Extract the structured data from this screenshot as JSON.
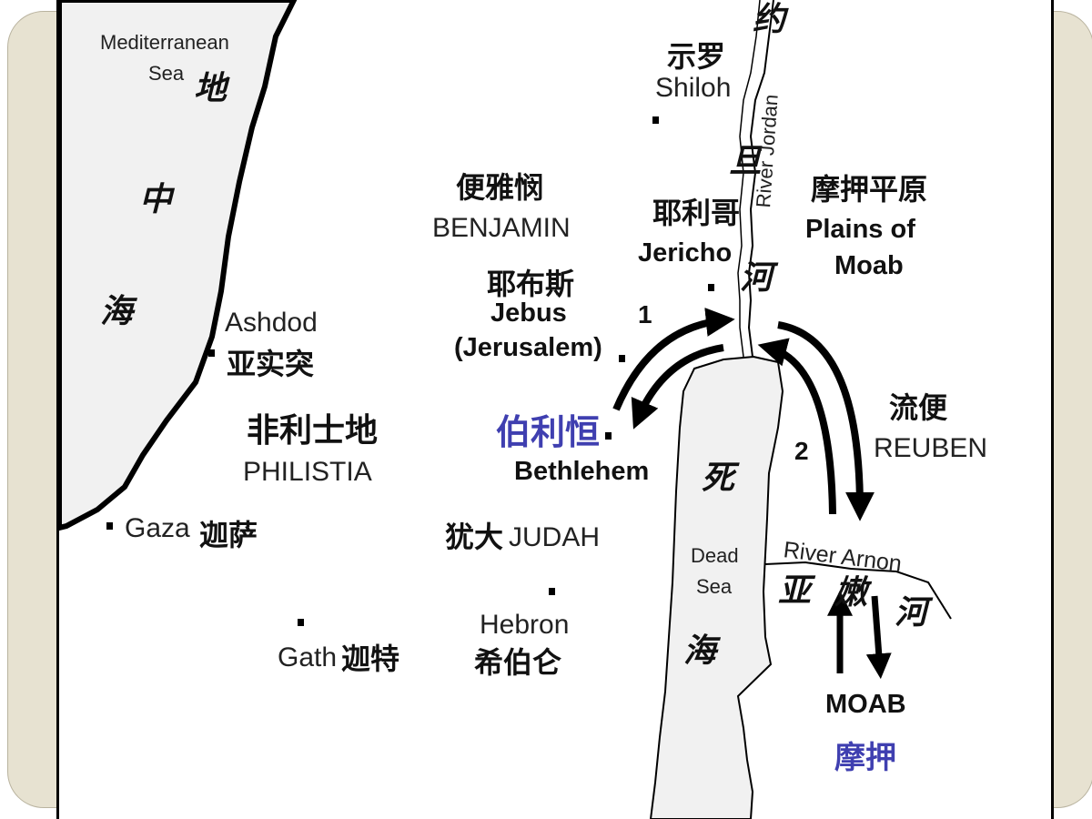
{
  "colors": {
    "sea": "#f1f1f1",
    "coast": "#000000",
    "accent_blue": "#3f3fb0",
    "side_panel": "#e7e2d1"
  },
  "map": {
    "sea_mediterranean": {
      "en": "Mediterranean",
      "en2": "Sea",
      "zh": [
        "地",
        "中",
        "海"
      ]
    },
    "dead_sea": {
      "en": "Dead",
      "en2": "Sea",
      "zh": [
        "死",
        "海"
      ]
    },
    "river_jordan": {
      "en": "River Jordan",
      "zh": [
        "约",
        "旦",
        "河"
      ]
    },
    "river_arnon": {
      "en": "River Arnon",
      "zh": [
        "亚",
        "嫩",
        "河"
      ]
    },
    "places": {
      "shiloh": {
        "zh": "示罗",
        "en": "Shiloh"
      },
      "benjamin": {
        "zh": "便雅悯",
        "en": "BENJAMIN"
      },
      "jericho": {
        "zh": "耶利哥",
        "en": "Jericho"
      },
      "plains_moab": {
        "zh": "摩押平原",
        "en1": "Plains of",
        "en2": "Moab"
      },
      "jebus": {
        "zh": "耶布斯",
        "en1": "Jebus",
        "en2": "(Jerusalem)"
      },
      "ashdod": {
        "en": "Ashdod",
        "zh": "亚实突"
      },
      "philistia": {
        "zh": "非利士地",
        "en": "PHILISTIA"
      },
      "bethlehem": {
        "zh": "伯利恒",
        "en": "Bethlehem"
      },
      "reuben": {
        "zh": "流便",
        "en": "REUBEN"
      },
      "gaza": {
        "en": "Gaza",
        "zh": "迦萨"
      },
      "judah": {
        "zh": "犹大",
        "en": "JUDAH"
      },
      "hebron": {
        "en": "Hebron",
        "zh": "希伯仑"
      },
      "gath": {
        "en": "Gath",
        "zh": "迦特"
      },
      "moab": {
        "en": "MOAB",
        "zh": "摩押"
      }
    },
    "route_labels": {
      "r1": "1",
      "r2": "2"
    }
  }
}
